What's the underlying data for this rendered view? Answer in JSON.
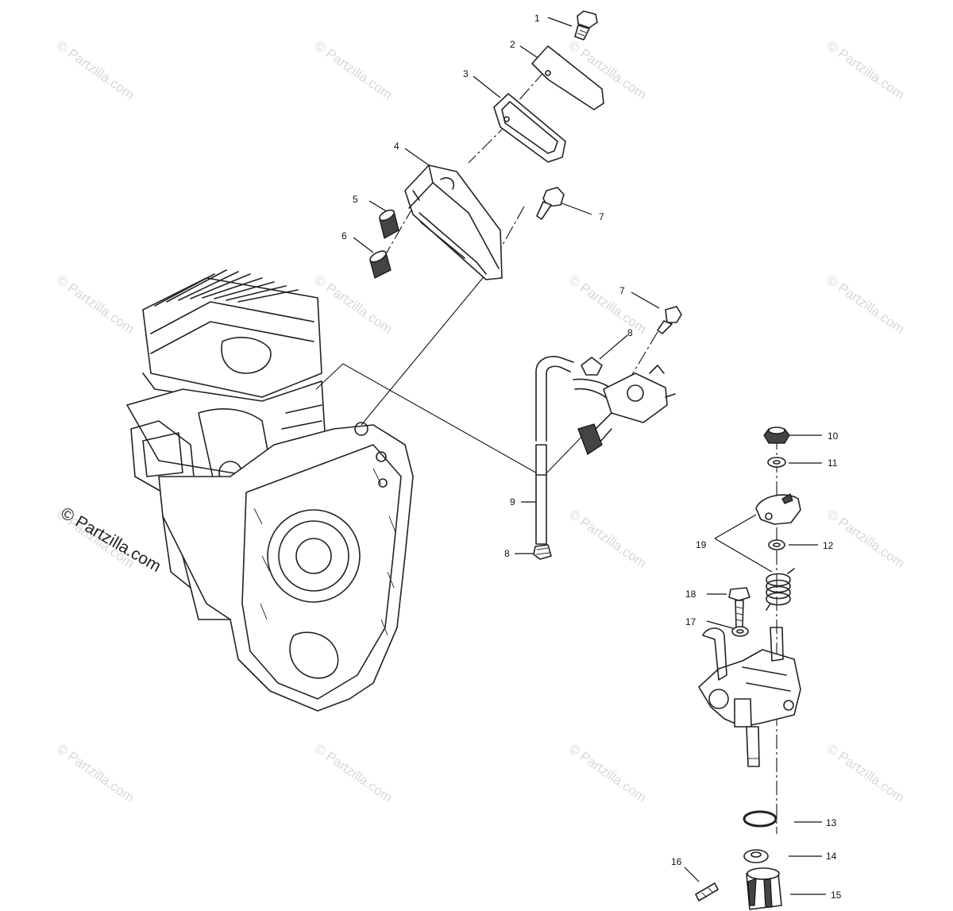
{
  "diagram": {
    "watermark_text": "© Partzilla.com",
    "main_watermark_text": "© Partzilla.com",
    "callouts": [
      {
        "id": "c1",
        "label": "1"
      },
      {
        "id": "c2",
        "label": "2"
      },
      {
        "id": "c3",
        "label": "3"
      },
      {
        "id": "c4",
        "label": "4"
      },
      {
        "id": "c5",
        "label": "5"
      },
      {
        "id": "c6",
        "label": "6"
      },
      {
        "id": "c7a",
        "label": "7"
      },
      {
        "id": "c7b",
        "label": "7"
      },
      {
        "id": "c8a",
        "label": "8"
      },
      {
        "id": "c8b",
        "label": "8"
      },
      {
        "id": "c9",
        "label": "9"
      },
      {
        "id": "c10",
        "label": "10"
      },
      {
        "id": "c11",
        "label": "11"
      },
      {
        "id": "c12",
        "label": "12"
      },
      {
        "id": "c13",
        "label": "13"
      },
      {
        "id": "c14",
        "label": "14"
      },
      {
        "id": "c15",
        "label": "15"
      },
      {
        "id": "c16",
        "label": "16"
      },
      {
        "id": "c17",
        "label": "17"
      },
      {
        "id": "c18",
        "label": "18"
      },
      {
        "id": "c19",
        "label": "19"
      }
    ]
  }
}
